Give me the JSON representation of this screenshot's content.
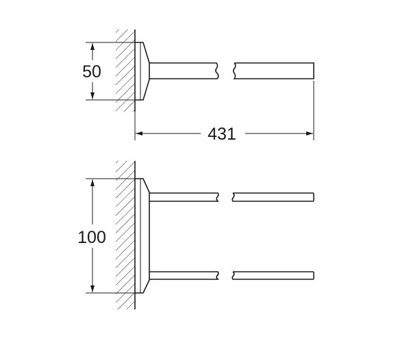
{
  "drawing": {
    "top_view": {
      "height_label": "50",
      "length_label": "431"
    },
    "bottom_view": {
      "spacing_label": "100"
    },
    "line_color": "#1a1a1a"
  }
}
